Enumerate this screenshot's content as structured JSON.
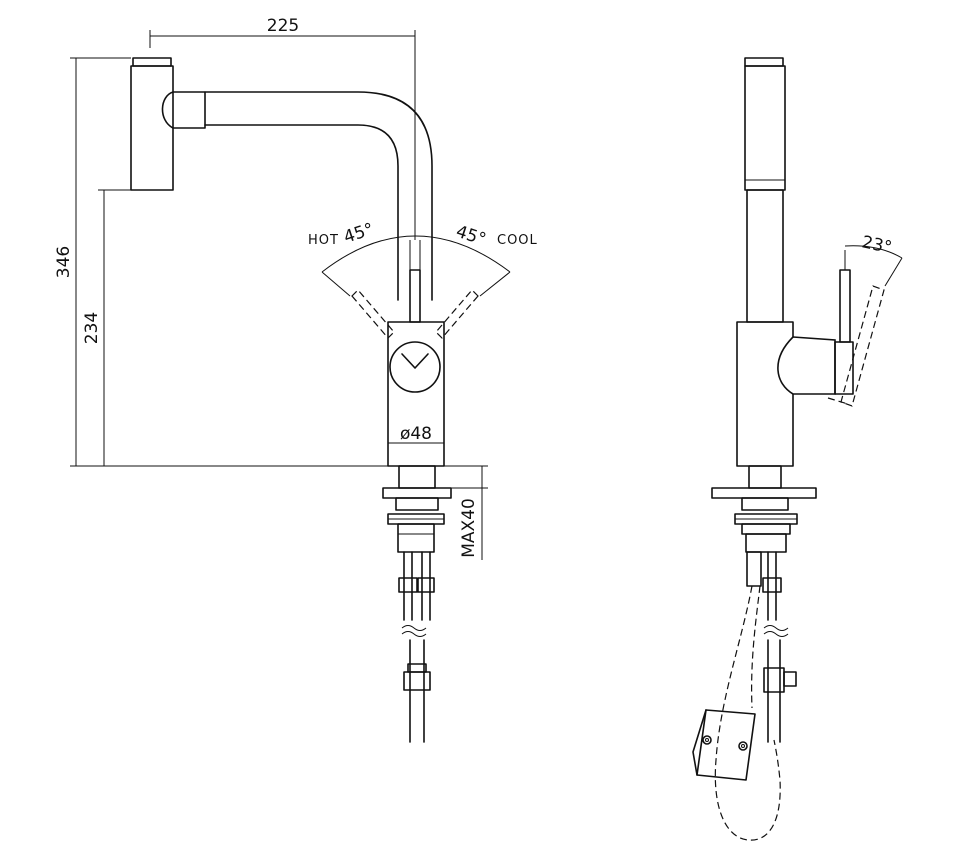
{
  "dimensions": {
    "reach": "225",
    "total_height": "346",
    "spout_height": "234",
    "body_diameter": "ø48",
    "max_deck": "MAX40",
    "side_angle": "23°"
  },
  "labels": {
    "hot": "HOT",
    "hot_angle": "45°",
    "cool_angle": "45°",
    "cool": "COOL"
  }
}
